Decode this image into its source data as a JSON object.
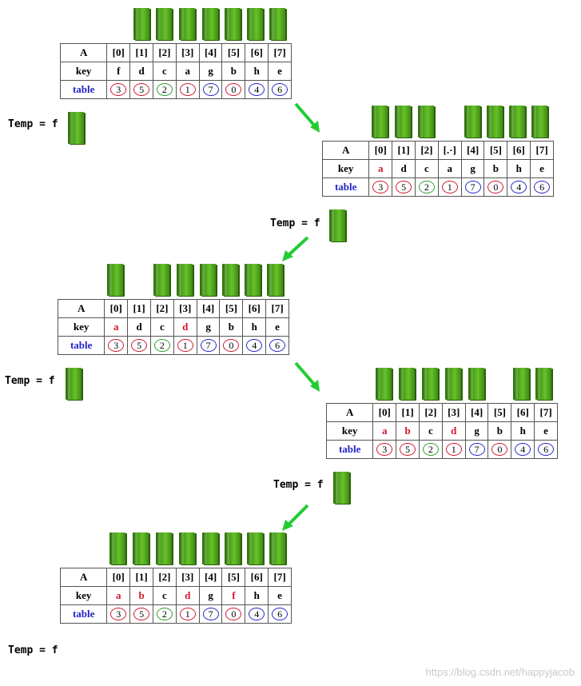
{
  "row_labels": {
    "A": "A",
    "key": "key",
    "table": "table"
  },
  "indices": [
    "[0]",
    "[1]",
    "[2]",
    "[3]",
    "[4]",
    "[5]",
    "[6]",
    "[7]"
  ],
  "indices_variant_step1": [
    "[0]",
    "[1]",
    "[2]",
    "[.·]",
    "[4]",
    "[5]",
    "[6]",
    "[7]"
  ],
  "table_values": [
    "3",
    "5",
    "2",
    "1",
    "7",
    "0",
    "4",
    "6"
  ],
  "table_circle_colors": [
    "red",
    "red",
    "green",
    "red",
    "blue",
    "red",
    "blue",
    "blue"
  ],
  "temp_label": "Temp = f",
  "steps": [
    {
      "keys": [
        "f",
        "d",
        "c",
        "a",
        "g",
        "b",
        "h",
        "e"
      ],
      "red": [],
      "books": [
        1,
        1,
        1,
        1,
        1,
        1,
        1,
        1
      ],
      "temp_book": true
    },
    {
      "keys": [
        "a",
        "d",
        "c",
        "a",
        "g",
        "b",
        "h",
        "e"
      ],
      "red": [
        0
      ],
      "books": [
        1,
        1,
        1,
        0,
        1,
        1,
        1,
        1
      ],
      "temp_book": true
    },
    {
      "keys": [
        "a",
        "d",
        "c",
        "d",
        "g",
        "b",
        "h",
        "e"
      ],
      "red": [
        0,
        3
      ],
      "books": [
        1,
        0,
        1,
        1,
        1,
        1,
        1,
        1
      ],
      "temp_book": true
    },
    {
      "keys": [
        "a",
        "b",
        "c",
        "d",
        "g",
        "b",
        "h",
        "e"
      ],
      "red": [
        0,
        1,
        3
      ],
      "books": [
        1,
        1,
        1,
        1,
        1,
        0,
        1,
        1
      ],
      "temp_book": true
    },
    {
      "keys": [
        "a",
        "b",
        "c",
        "d",
        "g",
        "f",
        "h",
        "e"
      ],
      "red": [
        0,
        1,
        3,
        5
      ],
      "books": [
        1,
        1,
        1,
        1,
        1,
        1,
        1,
        1
      ],
      "temp_book": false
    }
  ],
  "colors": {
    "book": "#4a9e1a",
    "arrow": "#22cc33",
    "red": "#d0162b",
    "blue": "#2323c8",
    "green": "#2a9d2a"
  },
  "watermark": "https://blog.csdn.net/happyjacob"
}
